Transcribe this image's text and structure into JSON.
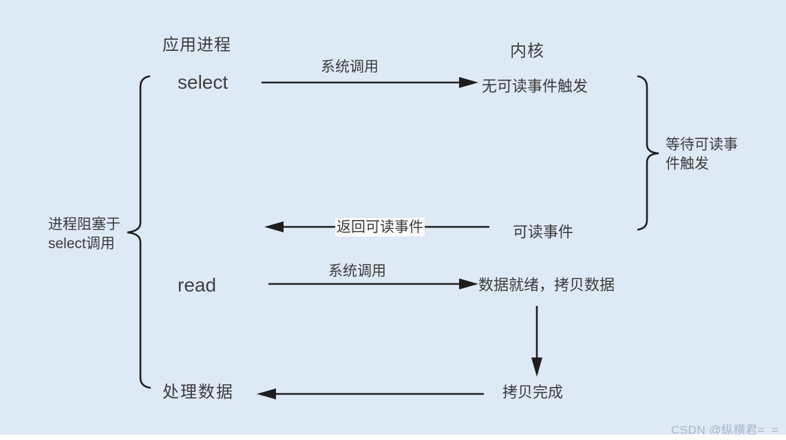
{
  "headers": {
    "app_process": "应用进程",
    "kernel": "内核"
  },
  "nodes": {
    "select": "select",
    "read": "read",
    "process_data": "处理数据",
    "no_readable_event": "无可读事件触发",
    "readable_event": "可读事件",
    "data_ready_copy": "数据就绪，拷贝数据",
    "copy_done": "拷贝完成"
  },
  "edge_labels": {
    "syscall_select": "系统调用",
    "return_readable_event": "返回可读事件",
    "syscall_read": "系统调用"
  },
  "bracket_labels": {
    "blocked": {
      "line1": "进程阻塞于",
      "line2": "select调用"
    },
    "waiting": {
      "line1": "等待可读事",
      "line2": "件触发"
    }
  },
  "watermark": "CSDN @纵横君=_=",
  "colors": {
    "background": "#dee9f6",
    "line": "#1e1e1e",
    "text": "#3b3b3b",
    "watermark": "#a9b6c8",
    "label_background": "#fbfbfb",
    "bottom_strip": "#ffffff"
  }
}
